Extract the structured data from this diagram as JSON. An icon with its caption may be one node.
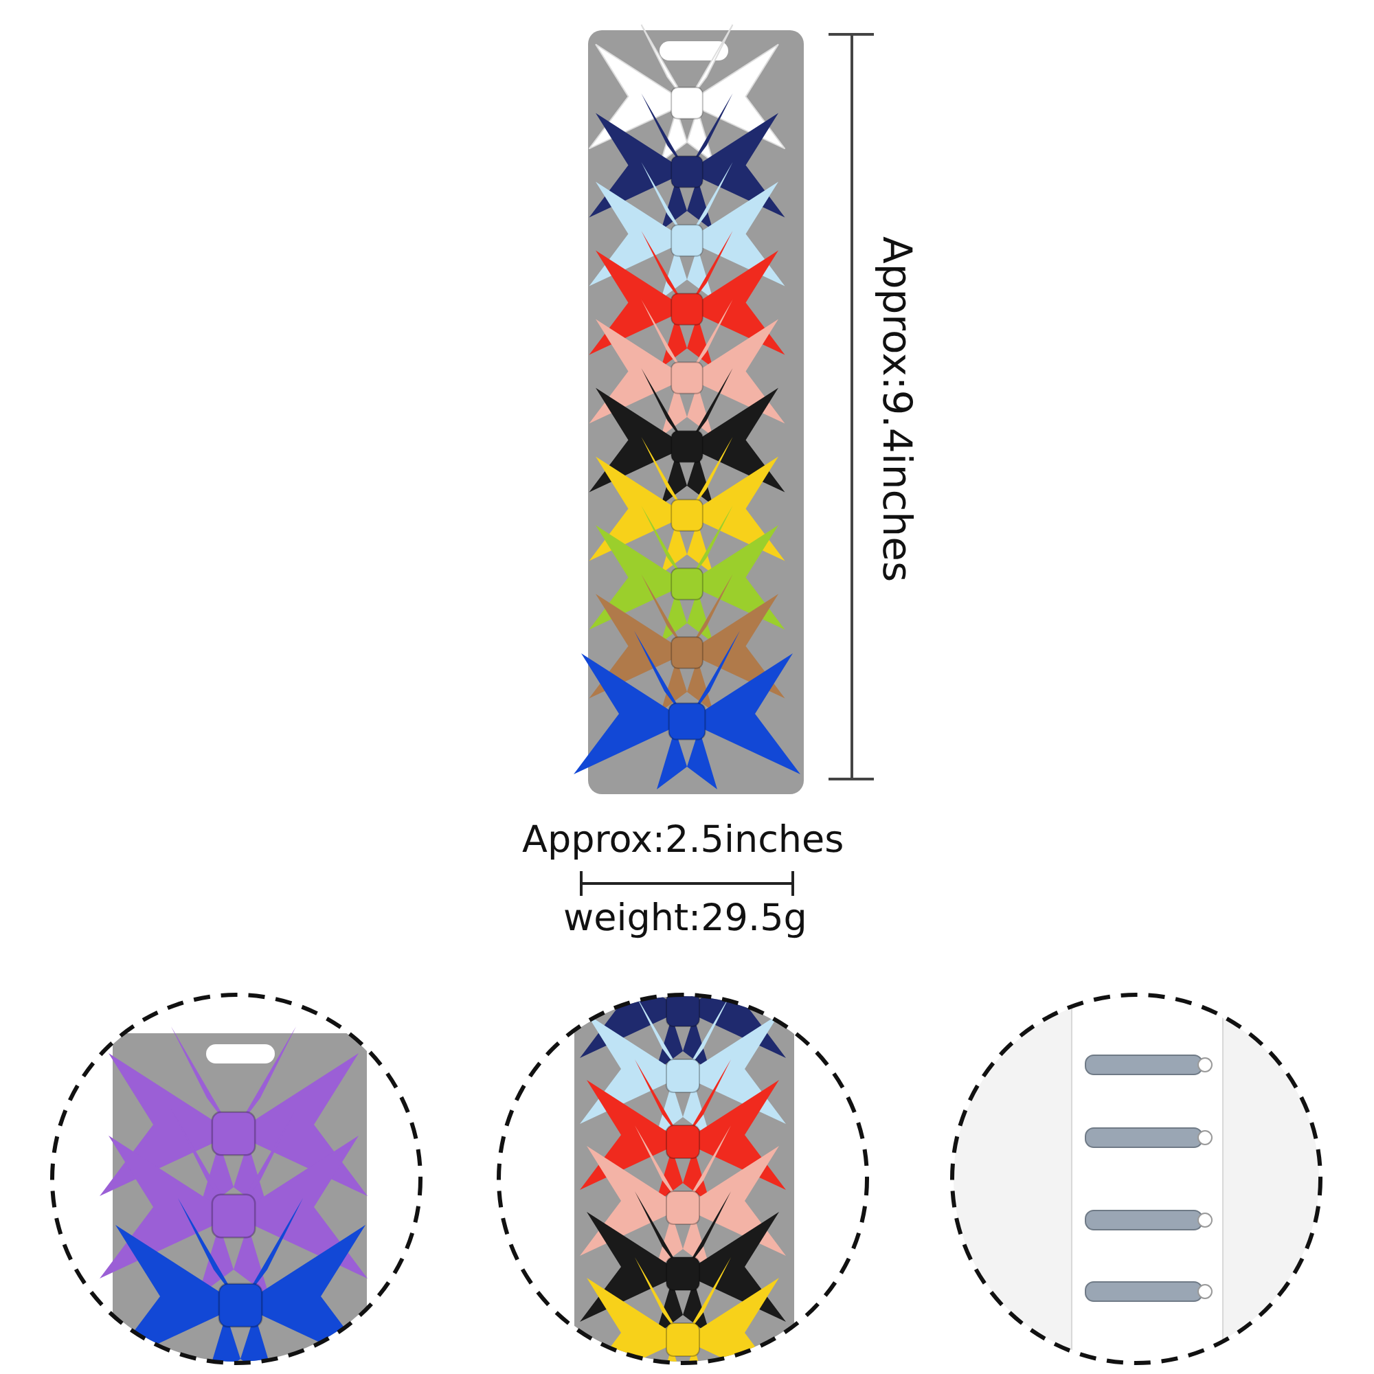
{
  "diagram": {
    "labels": [
      "Approx:9.4inches",
      "Approx:2.5inches",
      "weight:29.5g"
    ]
  }
}
